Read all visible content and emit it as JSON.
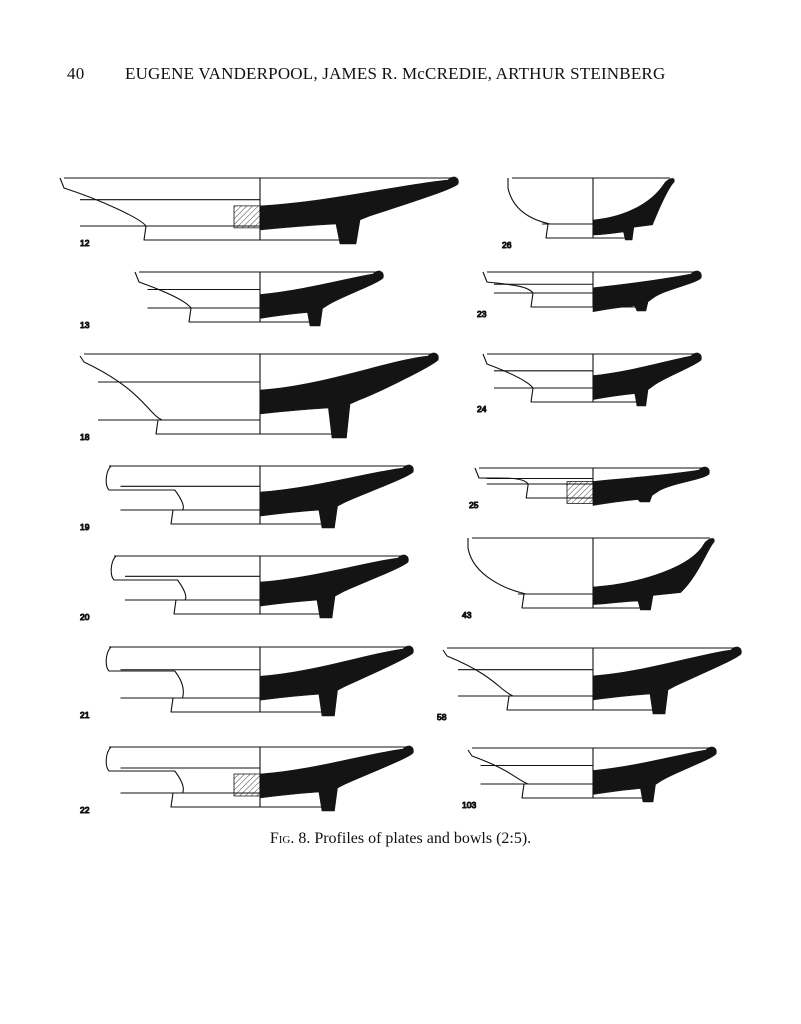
{
  "page": {
    "number": "40",
    "authors": "EUGENE VANDERPOOL, JAMES R. McCREDIE, ARTHUR STEINBERG"
  },
  "figure": {
    "label": "Fig. 8.",
    "caption": "Profiles of plates and bowls (2:5).",
    "profiles_left": [
      {
        "id": "12",
        "shape": "plate-wide",
        "hatched": true
      },
      {
        "id": "13",
        "shape": "plate-small",
        "hatched": false
      },
      {
        "id": "18",
        "shape": "bowl-shallow",
        "hatched": false
      },
      {
        "id": "19",
        "shape": "plate-rolled-rim",
        "hatched": false
      },
      {
        "id": "20",
        "shape": "plate-rolled-rim",
        "hatched": false
      },
      {
        "id": "21",
        "shape": "plate-rolled-rim",
        "hatched": false
      },
      {
        "id": "22",
        "shape": "plate-rolled-rim",
        "hatched": true
      }
    ],
    "profiles_right": [
      {
        "id": "26",
        "shape": "bowl-deep",
        "hatched": false
      },
      {
        "id": "23",
        "shape": "plate-thin",
        "hatched": false
      },
      {
        "id": "24",
        "shape": "plate-thin",
        "hatched": false
      },
      {
        "id": "25",
        "shape": "plate-flat",
        "hatched": true
      },
      {
        "id": "43",
        "shape": "bowl-deep",
        "hatched": false
      },
      {
        "id": "58",
        "shape": "bowl-flaring",
        "hatched": false
      },
      {
        "id": "103",
        "shape": "bowl-flaring",
        "hatched": false
      }
    ]
  }
}
